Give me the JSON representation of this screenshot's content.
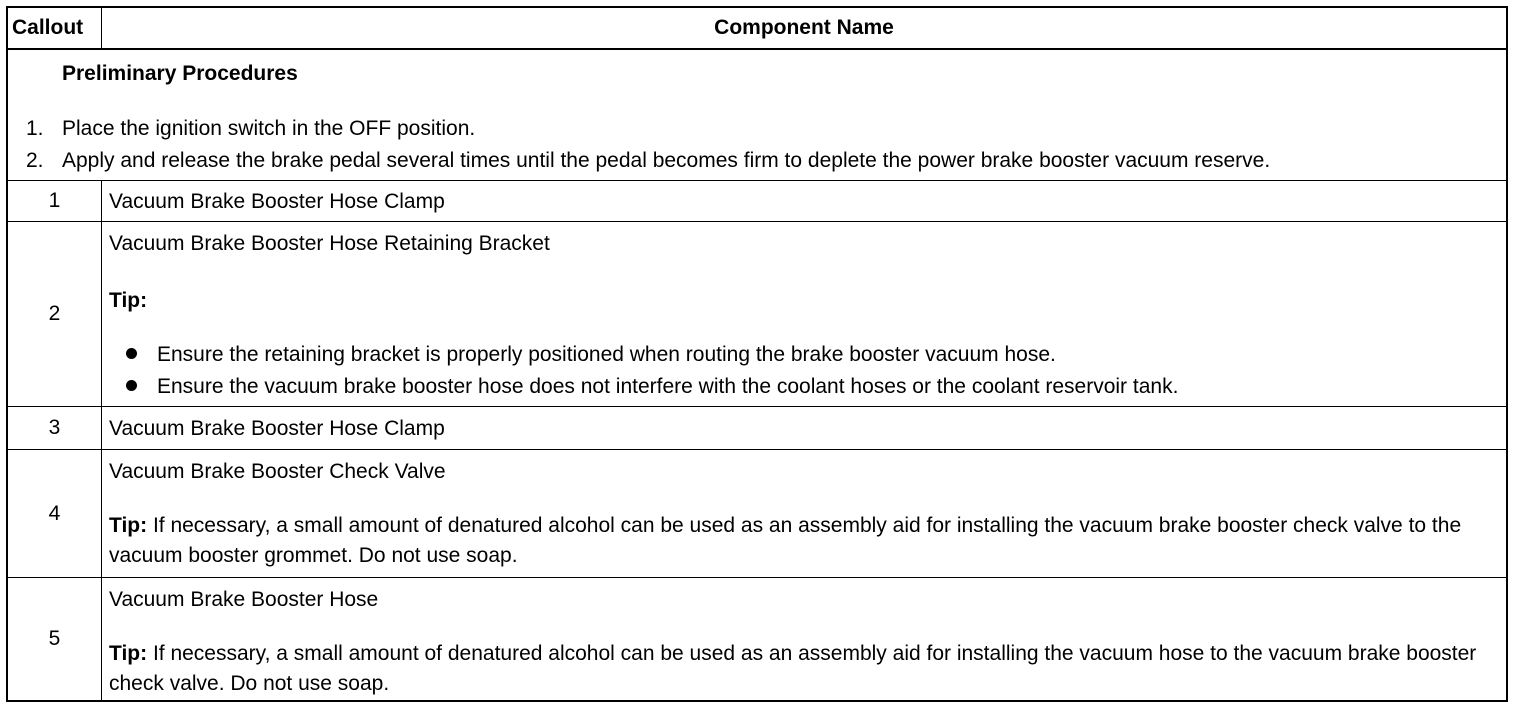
{
  "header": {
    "callout": "Callout",
    "component_name": "Component Name"
  },
  "preliminary": {
    "title": "Preliminary Procedures",
    "steps": [
      {
        "num": "1.",
        "text": "Place the ignition switch in the OFF position."
      },
      {
        "num": "2.",
        "text": "Apply and release the brake pedal several times until the pedal becomes firm to deplete the power brake booster vacuum reserve."
      }
    ]
  },
  "rows": [
    {
      "callout": "1",
      "name": "Vacuum Brake Booster Hose Clamp"
    },
    {
      "callout": "2",
      "name": "Vacuum Brake Booster Hose Retaining Bracket",
      "tip_label": "Tip:",
      "bullets": [
        "Ensure the retaining bracket is properly positioned when routing the brake booster vacuum hose.",
        "Ensure the vacuum brake booster hose does not interfere with the coolant hoses or the coolant reservoir tank."
      ]
    },
    {
      "callout": "3",
      "name": "Vacuum Brake Booster Hose Clamp"
    },
    {
      "callout": "4",
      "name": "Vacuum Brake Booster Check Valve",
      "tip_label": "Tip:",
      "tip_text": " If necessary, a small amount of denatured alcohol can be used as an assembly aid for installing the vacuum brake booster check valve to the vacuum booster grommet. Do not use soap."
    },
    {
      "callout": "5",
      "name": "Vacuum Brake Booster Hose",
      "tip_label": "Tip:",
      "tip_text": " If necessary, a small amount of denatured alcohol can be used as an assembly aid for installing the vacuum hose to the vacuum brake booster check valve. Do not use soap."
    }
  ]
}
